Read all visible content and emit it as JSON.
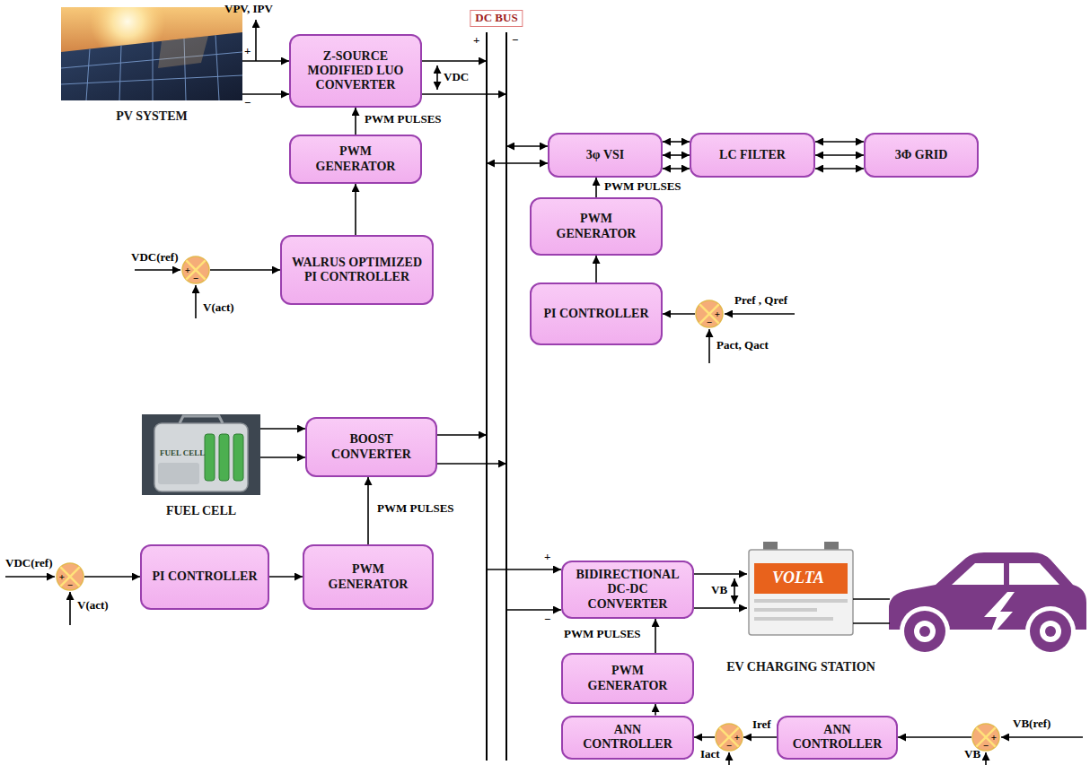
{
  "diagram": {
    "nodes": [
      {
        "text": [
          "PV SYSTEM"
        ]
      },
      {
        "text": [
          "DC BUS"
        ]
      },
      {
        "text": [
          "Z-SOURCE MODIFIED LUO CONVERTER"
        ]
      },
      {
        "text": [
          "PWM GENERATOR"
        ]
      },
      {
        "text": [
          "+",
          "−"
        ]
      },
      {
        "text": [
          "WALRUS OPTIMIZED PI CONTROLLER"
        ]
      },
      {
        "text": [
          "3φ VSI"
        ]
      },
      {
        "text": [
          "LC FILTER"
        ]
      },
      {
        "text": [
          "3Φ GRID"
        ]
      },
      {
        "text": [
          "PWM GENERATOR"
        ]
      },
      {
        "text": [
          "PI CONTROLLER"
        ]
      },
      {
        "text": [
          "+",
          "−"
        ]
      },
      {
        "text": [
          "FUEL CELL"
        ]
      },
      {
        "text": [
          "BOOST CONVERTER"
        ]
      },
      {
        "text": [
          "+",
          "−"
        ]
      },
      {
        "text": [
          "PI CONTROLLER"
        ]
      },
      {
        "text": [
          "PWM GENERATOR"
        ]
      },
      {
        "text": [
          "BIDIRECTIONAL DC-DC CONVERTER"
        ]
      },
      {
        "text": [
          "EV CHARGING STATION"
        ]
      },
      {
        "text": [
          "PWM GENERATOR"
        ]
      },
      {
        "text": [
          "ANN CONTROLLER"
        ]
      },
      {
        "text": [
          "+",
          "−"
        ]
      },
      {
        "text": [
          "ANN CONTROLLER"
        ]
      },
      {
        "text": [
          "+",
          "−"
        ]
      }
    ],
    "edges": [
      {
        "from": 0,
        "to": 2,
        "arrow": "to"
      },
      {
        "from": 0,
        "to": 2,
        "arrow": "to"
      },
      {
        "from": 2,
        "to": 1,
        "arrow": "to"
      },
      {
        "from": 2,
        "to": 1,
        "arrow": "to"
      },
      {
        "from": 3,
        "to": 2,
        "label": "PWM PULSES",
        "arrow": "to"
      },
      {
        "from": 5,
        "to": 3,
        "arrow": "to"
      },
      {
        "from": 4,
        "to": 5,
        "arrow": "to"
      },
      {
        "from": 1,
        "to": 6,
        "arrow": "both"
      },
      {
        "from": 1,
        "to": 6,
        "arrow": "both"
      },
      {
        "from": 6,
        "to": 7,
        "arrow": "both"
      },
      {
        "from": 6,
        "to": 7,
        "arrow": "both"
      },
      {
        "from": 6,
        "to": 7,
        "arrow": "both"
      },
      {
        "from": 7,
        "to": 8,
        "arrow": "both"
      },
      {
        "from": 7,
        "to": 8,
        "arrow": "both"
      },
      {
        "from": 7,
        "to": 8,
        "arrow": "both"
      },
      {
        "from": 9,
        "to": 6,
        "label": "PWM PULSES",
        "arrow": "to"
      },
      {
        "from": 10,
        "to": 9,
        "arrow": "to"
      },
      {
        "from": 11,
        "to": 10,
        "arrow": "to"
      },
      {
        "from": 12,
        "to": 13,
        "arrow": "to"
      },
      {
        "from": 12,
        "to": 13,
        "arrow": "to"
      },
      {
        "from": 13,
        "to": 1,
        "arrow": "to"
      },
      {
        "from": 13,
        "to": 1,
        "arrow": "to"
      },
      {
        "from": 16,
        "to": 13,
        "label": "PWM PULSES",
        "arrow": "to"
      },
      {
        "from": 15,
        "to": 16,
        "arrow": "to"
      },
      {
        "from": 14,
        "to": 15,
        "arrow": "to"
      },
      {
        "from": 1,
        "to": 17,
        "arrow": "to"
      },
      {
        "from": 1,
        "to": 17,
        "arrow": "to"
      },
      {
        "from": 17,
        "to": 18,
        "arrow": "to"
      },
      {
        "from": 17,
        "to": 18,
        "arrow": "to"
      },
      {
        "from": 19,
        "to": 17,
        "label": "PWM PULSES",
        "arrow": "to"
      },
      {
        "from": 20,
        "to": 19,
        "arrow": "to"
      },
      {
        "from": 21,
        "to": 20,
        "arrow": "to"
      },
      {
        "from": 22,
        "to": 21,
        "label": "Iref",
        "arrow": "to"
      },
      {
        "from": 23,
        "to": 22,
        "arrow": "to"
      }
    ],
    "labels": [
      "+",
      "−",
      "VPV, IPV",
      "VDC",
      "+",
      "−",
      "VDC(ref)",
      "V(act)",
      "Pref , Qref",
      "Pact, Qact",
      "FUEL CELL",
      "VDC(ref)",
      "V(act)",
      "+",
      "−",
      "VB",
      "VOLTA",
      "Iact",
      "VB(ref)",
      "VB"
    ]
  }
}
